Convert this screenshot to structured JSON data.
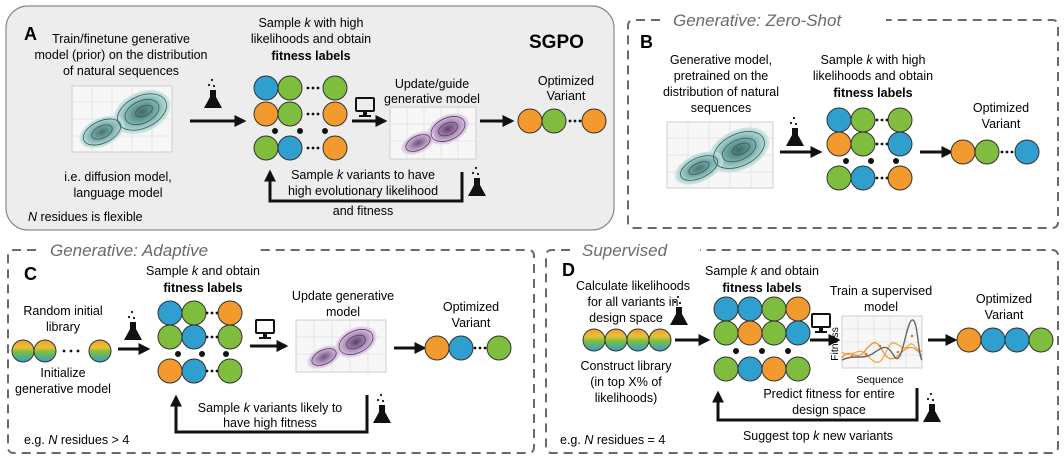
{
  "colors": {
    "blue": "#2f9fd0",
    "green": "#7ebd3e",
    "orange": "#f39a2e",
    "panel_gray": "#ededed",
    "dash_gray": "#6a6a6a",
    "kde_teal": "#3d7f7c",
    "kde_purple": "#7d5a8a"
  },
  "icons": [
    "flask-icon",
    "computer-monitor-icon",
    "arrow-icon"
  ],
  "panelA": {
    "letter": "A",
    "tag": "SGPO",
    "train_l1": "Train/finetune generative",
    "train_l2": "model (prior) on the distribution",
    "train_l3": "of natural sequences",
    "model_l1": "i.e. diffusion model,",
    "model_l2": "language model",
    "n_pre": "N",
    "n_post": " residues is flexible",
    "sample_l1_pre": "Sample ",
    "sample_l1_k": "k",
    "sample_l1_post": " with high",
    "sample_l2": "likelihoods and obtain",
    "sample_l3": "fitness labels",
    "update_l1": "Update/guide",
    "update_l2": "generative model",
    "opt_l1": "Optimized",
    "opt_l2": "Variant",
    "loop_l1_pre": "Sample ",
    "loop_l1_k": "k",
    "loop_l1_post": " variants to have",
    "loop_l2": "high evolutionary likelihood",
    "loop_l3": "and fitness"
  },
  "panelB": {
    "letter": "B",
    "title": "Generative: Zero-Shot",
    "gen_l1": "Generative model,",
    "gen_l2": "pretrained on the",
    "gen_l3": "distribution of natural",
    "gen_l4": "sequences",
    "sample_l1_pre": "Sample ",
    "sample_l1_k": "k",
    "sample_l1_post": " with high",
    "sample_l2": "likelihoods and obtain",
    "sample_l3": "fitness labels",
    "opt_l1": "Optimized",
    "opt_l2": "Variant"
  },
  "panelC": {
    "letter": "C",
    "title": "Generative: Adaptive",
    "rand_l1": "Random initial",
    "rand_l2": "library",
    "init_l1": "Initialize",
    "init_l2": "generative model",
    "sample_l1_pre": "Sample ",
    "sample_l1_k": "k",
    "sample_l1_post": " and obtain",
    "sample_l2": "fitness labels",
    "update_l1": "Update generative",
    "update_l2": "model",
    "opt_l1": "Optimized",
    "opt_l2": "Variant",
    "loop_l1_pre": "Sample ",
    "loop_l1_k": "k",
    "loop_l1_post": " variants likely to",
    "loop_l2": "have high fitness",
    "eg_pre": "e.g. ",
    "eg_n": "N",
    "eg_post": " residues > 4"
  },
  "panelD": {
    "letter": "D",
    "title": "Supervised",
    "calc_l1": "Calculate likelihoods",
    "calc_l2": "for all variants in",
    "calc_l3": "design space",
    "cons_l1": "Construct library",
    "cons_l2": "(in top X% of",
    "cons_l3": "likelihoods)",
    "sample_l1_pre": "Sample ",
    "sample_l1_k": "k",
    "sample_l1_post": " and obtain",
    "sample_l2": "fitness labels",
    "train_l1": "Train a supervised",
    "train_l2": "model",
    "axis_y": "Fitness",
    "axis_x": "Sequence",
    "opt_l1": "Optimized",
    "opt_l2": "Variant",
    "pred_l1": "Predict fitness for entire",
    "pred_l2": "design space",
    "suggest_pre": "Suggest top ",
    "suggest_k": "k",
    "suggest_post": " new variants",
    "eg_pre": "e.g. ",
    "eg_n": "N",
    "eg_post": " residues = 4"
  }
}
